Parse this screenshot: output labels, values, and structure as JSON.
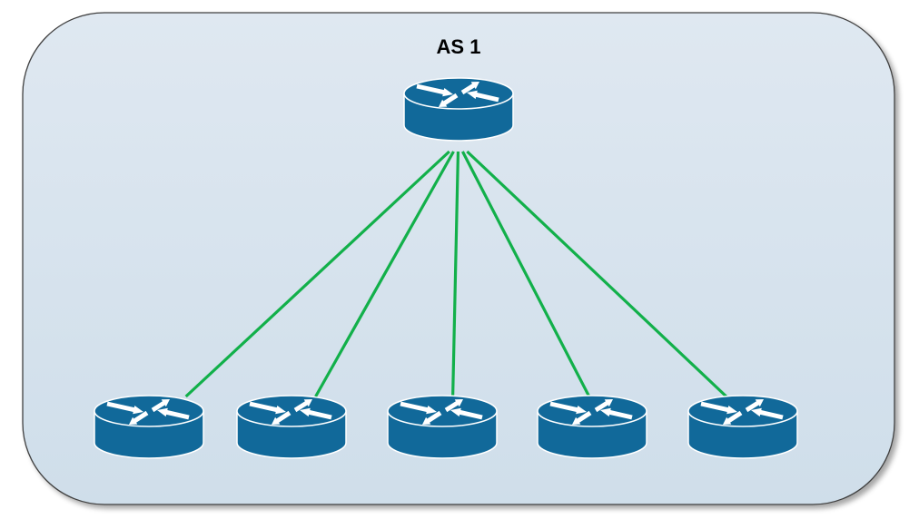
{
  "diagram": {
    "title": "AS 1",
    "container": {
      "label": "AS 1",
      "fill_top": "#dfe8f1",
      "fill_bottom": "#cfdeea",
      "stroke": "#3f3f3f"
    },
    "colors": {
      "router_body": "#11699a",
      "router_outline": "#ffffff",
      "router_arrows": "#ffffff",
      "link": "#12b04a"
    },
    "nodes": [
      {
        "id": "r-top",
        "type": "router",
        "label": ""
      },
      {
        "id": "r-bottom-1",
        "type": "router",
        "label": ""
      },
      {
        "id": "r-bottom-2",
        "type": "router",
        "label": ""
      },
      {
        "id": "r-bottom-3",
        "type": "router",
        "label": ""
      },
      {
        "id": "r-bottom-4",
        "type": "router",
        "label": ""
      },
      {
        "id": "r-bottom-5",
        "type": "router",
        "label": ""
      }
    ],
    "edges": [
      {
        "from": "r-top",
        "to": "r-bottom-1"
      },
      {
        "from": "r-top",
        "to": "r-bottom-2"
      },
      {
        "from": "r-top",
        "to": "r-bottom-3"
      },
      {
        "from": "r-top",
        "to": "r-bottom-4"
      },
      {
        "from": "r-top",
        "to": "r-bottom-5"
      }
    ]
  }
}
